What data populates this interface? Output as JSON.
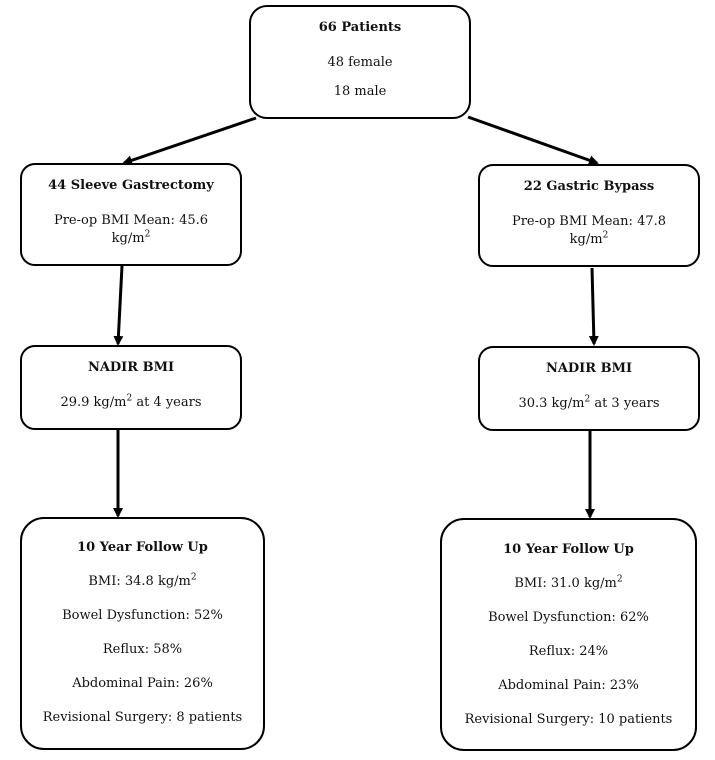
{
  "root": {
    "title": "66 Patients",
    "female": "48 female",
    "male": "18 male"
  },
  "left": {
    "procedure": {
      "title": "44 Sleeve Gastrectomy",
      "bmi_prefix": "Pre-op BMI Mean: 45.6",
      "bmi_unit_base": "kg/m",
      "bmi_unit_exp": "2"
    },
    "nadir": {
      "title": "NADIR BMI",
      "value_prefix": "29.9 kg/m",
      "value_exp": "2",
      "value_suffix": " at 4 years"
    },
    "followup": {
      "title": "10 Year Follow Up",
      "bmi_prefix": "BMI: 34.8 kg/m",
      "bmi_exp": "2",
      "bowel": "Bowel Dysfunction: 52%",
      "reflux": "Reflux: 58%",
      "pain": "Abdominal Pain: 26%",
      "revisional": "Revisional Surgery: 8 patients"
    }
  },
  "right": {
    "procedure": {
      "title": "22 Gastric Bypass",
      "bmi_prefix": "Pre-op BMI Mean: 47.8",
      "bmi_unit_base": "kg/m",
      "bmi_unit_exp": "2"
    },
    "nadir": {
      "title": "NADIR BMI",
      "value_prefix": "30.3 kg/m",
      "value_exp": "2",
      "value_suffix": " at 3 years"
    },
    "followup": {
      "title": "10 Year Follow Up",
      "bmi_prefix": "BMI: 31.0 kg/m",
      "bmi_exp": "2",
      "bowel": "Bowel Dysfunction: 62%",
      "reflux": "Reflux: 24%",
      "pain": "Abdominal Pain: 23%",
      "revisional": "Revisional Surgery: 10 patients"
    }
  }
}
